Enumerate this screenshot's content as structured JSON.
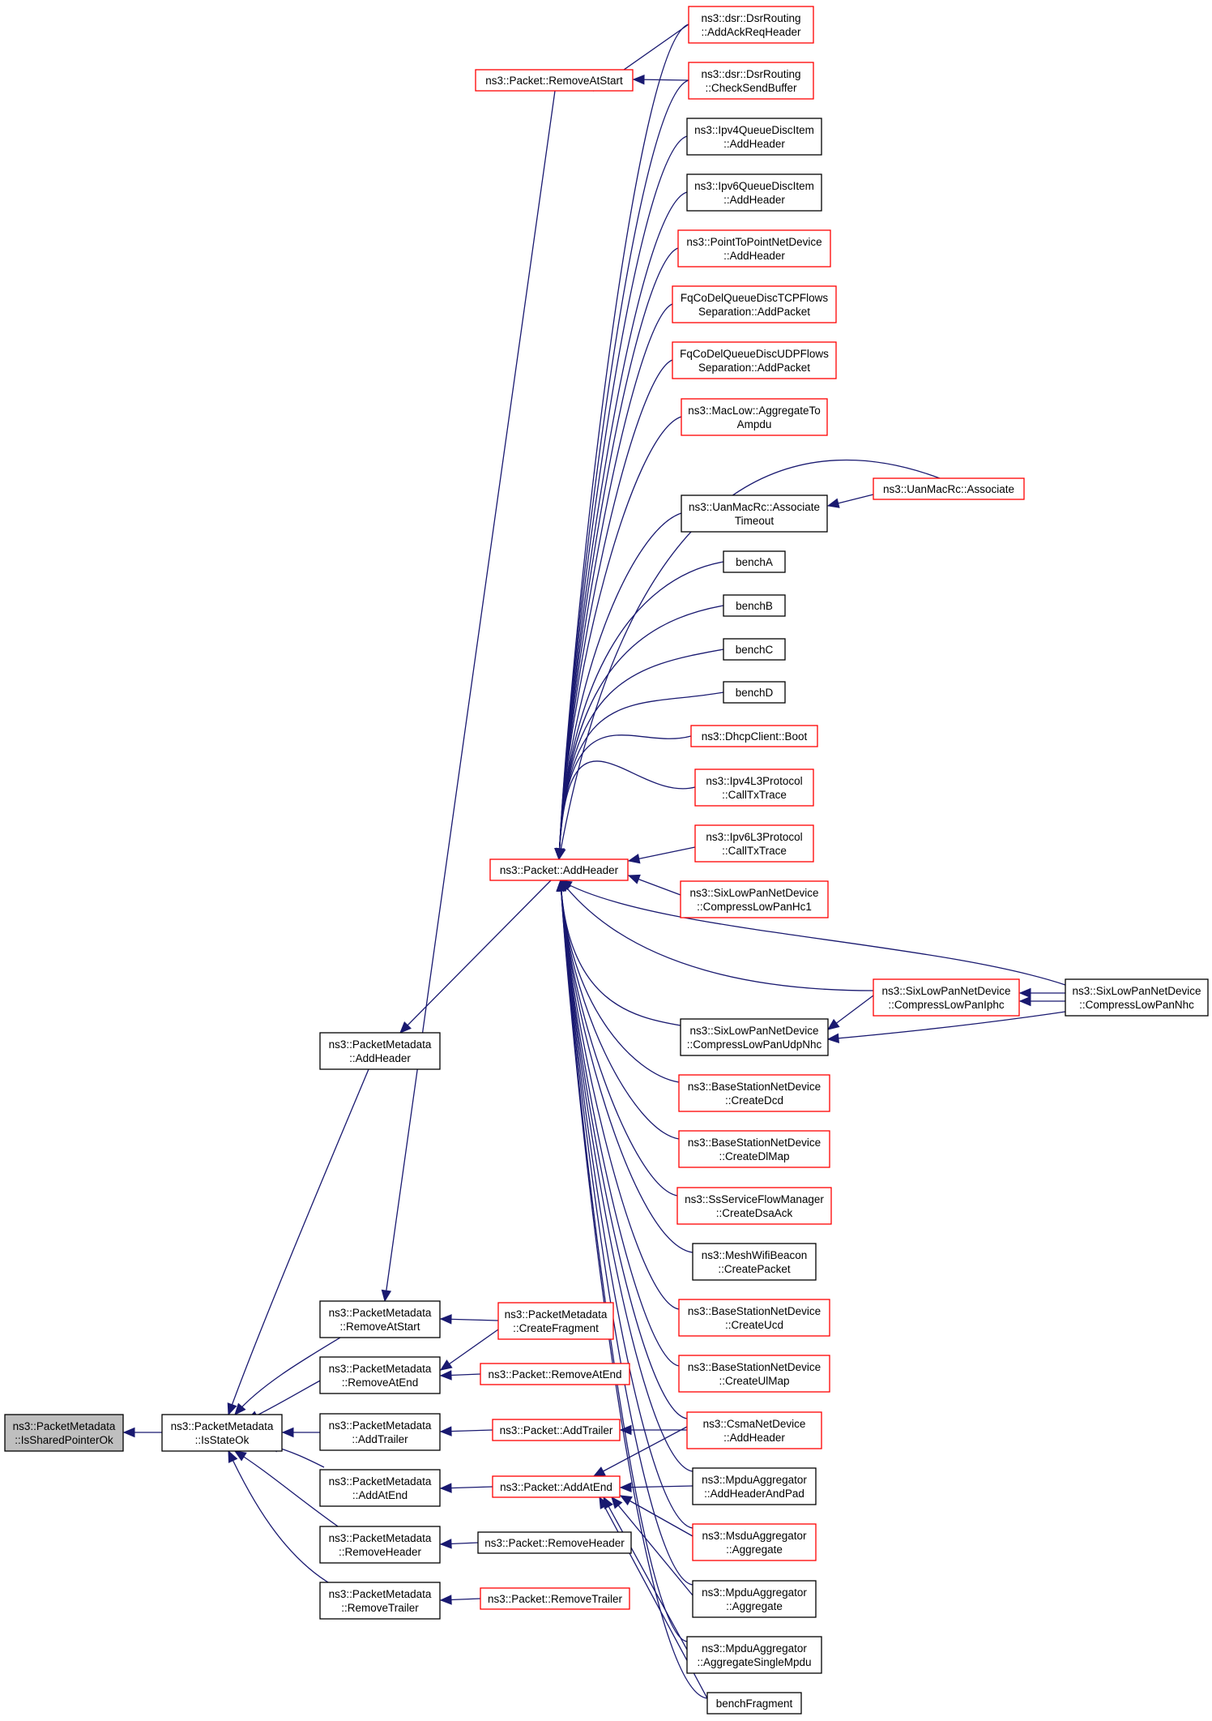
{
  "nodes": [
    {
      "id": "is_shared",
      "lines": [
        "ns3::PacketMetadata",
        "::IsSharedPointerOk"
      ],
      "border": "black",
      "focus": true
    },
    {
      "id": "is_state",
      "lines": [
        "ns3::PacketMetadata",
        "::IsStateOk"
      ],
      "border": "black"
    },
    {
      "id": "pm_add_header",
      "lines": [
        "ns3::PacketMetadata",
        "::AddHeader"
      ],
      "border": "black"
    },
    {
      "id": "pm_remove_at_start",
      "lines": [
        "ns3::PacketMetadata",
        "::RemoveAtStart"
      ],
      "border": "black"
    },
    {
      "id": "pm_remove_at_end",
      "lines": [
        "ns3::PacketMetadata",
        "::RemoveAtEnd"
      ],
      "border": "black"
    },
    {
      "id": "pm_add_trailer",
      "lines": [
        "ns3::PacketMetadata",
        "::AddTrailer"
      ],
      "border": "black"
    },
    {
      "id": "pm_add_at_end",
      "lines": [
        "ns3::PacketMetadata",
        "::AddAtEnd"
      ],
      "border": "black"
    },
    {
      "id": "pm_remove_header",
      "lines": [
        "ns3::PacketMetadata",
        "::RemoveHeader"
      ],
      "border": "black"
    },
    {
      "id": "pm_remove_trailer",
      "lines": [
        "ns3::PacketMetadata",
        "::RemoveTrailer"
      ],
      "border": "black"
    },
    {
      "id": "p_remove_at_start",
      "lines": [
        "ns3::Packet::RemoveAtStart"
      ],
      "border": "red"
    },
    {
      "id": "p_add_header",
      "lines": [
        "ns3::Packet::AddHeader"
      ],
      "border": "red"
    },
    {
      "id": "pm_create_fragment",
      "lines": [
        "ns3::PacketMetadata",
        "::CreateFragment"
      ],
      "border": "red"
    },
    {
      "id": "p_remove_at_end",
      "lines": [
        "ns3::Packet::RemoveAtEnd"
      ],
      "border": "red"
    },
    {
      "id": "p_add_trailer",
      "lines": [
        "ns3::Packet::AddTrailer"
      ],
      "border": "red"
    },
    {
      "id": "p_add_at_end",
      "lines": [
        "ns3::Packet::AddAtEnd"
      ],
      "border": "red"
    },
    {
      "id": "p_remove_header",
      "lines": [
        "ns3::Packet::RemoveHeader"
      ],
      "border": "black"
    },
    {
      "id": "p_remove_trailer",
      "lines": [
        "ns3::Packet::RemoveTrailer"
      ],
      "border": "red"
    },
    {
      "id": "dsr_ackreq",
      "lines": [
        "ns3::dsr::DsrRouting",
        "::AddAckReqHeader"
      ],
      "border": "red"
    },
    {
      "id": "dsr_check",
      "lines": [
        "ns3::dsr::DsrRouting",
        "::CheckSendBuffer"
      ],
      "border": "red"
    },
    {
      "id": "ipv4qdi",
      "lines": [
        "ns3::Ipv4QueueDiscItem",
        "::AddHeader"
      ],
      "border": "black"
    },
    {
      "id": "ipv6qdi",
      "lines": [
        "ns3::Ipv6QueueDiscItem",
        "::AddHeader"
      ],
      "border": "black"
    },
    {
      "id": "p2p",
      "lines": [
        "ns3::PointToPointNetDevice",
        "::AddHeader"
      ],
      "border": "red"
    },
    {
      "id": "fq_tcp",
      "lines": [
        "FqCoDelQueueDiscTCPFlows",
        "Separation::AddPacket"
      ],
      "border": "red"
    },
    {
      "id": "fq_udp",
      "lines": [
        "FqCoDelQueueDiscUDPFlows",
        "Separation::AddPacket"
      ],
      "border": "red"
    },
    {
      "id": "maclow",
      "lines": [
        "ns3::MacLow::AggregateTo",
        "Ampdu"
      ],
      "border": "red"
    },
    {
      "id": "uan_timeout",
      "lines": [
        "ns3::UanMacRc::Associate",
        "Timeout"
      ],
      "border": "black"
    },
    {
      "id": "uan_assoc",
      "lines": [
        "ns3::UanMacRc::Associate"
      ],
      "border": "red"
    },
    {
      "id": "bench_a",
      "lines": [
        "benchA"
      ],
      "border": "black"
    },
    {
      "id": "bench_b",
      "lines": [
        "benchB"
      ],
      "border": "black"
    },
    {
      "id": "bench_c",
      "lines": [
        "benchC"
      ],
      "border": "black"
    },
    {
      "id": "bench_d",
      "lines": [
        "benchD"
      ],
      "border": "black"
    },
    {
      "id": "dhcp",
      "lines": [
        "ns3::DhcpClient::Boot"
      ],
      "border": "red"
    },
    {
      "id": "ipv4l3",
      "lines": [
        "ns3::Ipv4L3Protocol",
        "::CallTxTrace"
      ],
      "border": "red"
    },
    {
      "id": "ipv6l3",
      "lines": [
        "ns3::Ipv6L3Protocol",
        "::CallTxTrace"
      ],
      "border": "red"
    },
    {
      "id": "hc1",
      "lines": [
        "ns3::SixLowPanNetDevice",
        "::CompressLowPanHc1"
      ],
      "border": "red"
    },
    {
      "id": "iphc",
      "lines": [
        "ns3::SixLowPanNetDevice",
        "::CompressLowPanIphc"
      ],
      "border": "red"
    },
    {
      "id": "nhc",
      "lines": [
        "ns3::SixLowPanNetDevice",
        "::CompressLowPanNhc"
      ],
      "border": "black"
    },
    {
      "id": "udpnhc",
      "lines": [
        "ns3::SixLowPanNetDevice",
        "::CompressLowPanUdpNhc"
      ],
      "border": "black"
    },
    {
      "id": "bs_dcd",
      "lines": [
        "ns3::BaseStationNetDevice",
        "::CreateDcd"
      ],
      "border": "red"
    },
    {
      "id": "bs_dlmap",
      "lines": [
        "ns3::BaseStationNetDevice",
        "::CreateDlMap"
      ],
      "border": "red"
    },
    {
      "id": "ss_dsa",
      "lines": [
        "ns3::SsServiceFlowManager",
        "::CreateDsaAck"
      ],
      "border": "red"
    },
    {
      "id": "mesh",
      "lines": [
        "ns3::MeshWifiBeacon",
        "::CreatePacket"
      ],
      "border": "black"
    },
    {
      "id": "bs_ucd",
      "lines": [
        "ns3::BaseStationNetDevice",
        "::CreateUcd"
      ],
      "border": "red"
    },
    {
      "id": "bs_ulmap",
      "lines": [
        "ns3::BaseStationNetDevice",
        "::CreateUlMap"
      ],
      "border": "red"
    },
    {
      "id": "csma",
      "lines": [
        "ns3::CsmaNetDevice",
        "::AddHeader"
      ],
      "border": "red"
    },
    {
      "id": "mpdu_pad",
      "lines": [
        "ns3::MpduAggregator",
        "::AddHeaderAndPad"
      ],
      "border": "black"
    },
    {
      "id": "msdu_agg",
      "lines": [
        "ns3::MsduAggregator",
        "::Aggregate"
      ],
      "border": "red"
    },
    {
      "id": "mpdu_agg",
      "lines": [
        "ns3::MpduAggregator",
        "::Aggregate"
      ],
      "border": "black"
    },
    {
      "id": "mpdu_single",
      "lines": [
        "ns3::MpduAggregator",
        "::AggregateSingleMpdu"
      ],
      "border": "black"
    },
    {
      "id": "bench_frag",
      "lines": [
        "benchFragment"
      ],
      "border": "black"
    }
  ]
}
